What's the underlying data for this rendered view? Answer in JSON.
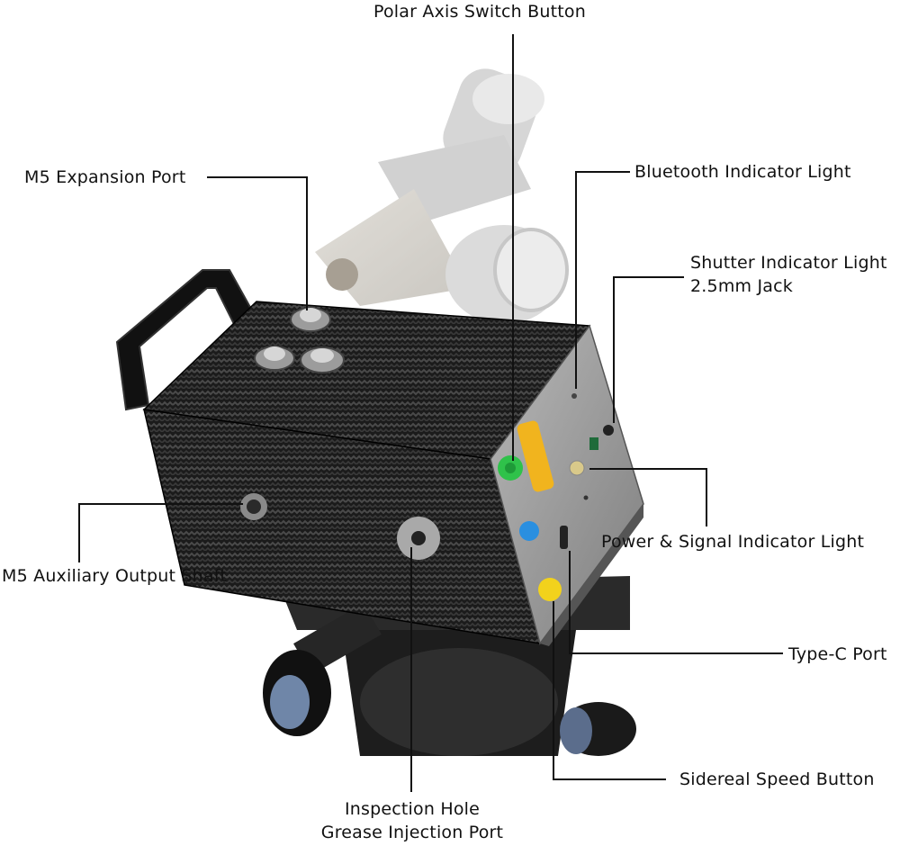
{
  "labels": {
    "polar_axis_switch_button": "Polar Axis  Switch Button",
    "m5_expansion_port": "M5 Expansion Port",
    "bluetooth_indicator_light": "Bluetooth Indicator Light",
    "shutter_indicator_light": "Shutter Indicator Light",
    "jack_2_5mm": "2.5mm Jack",
    "power_signal_indicator_light": "Power & Signal Indicator Light",
    "m5_auxiliary_output_shaft": "M5 Auxiliary Output Shaft",
    "type_c_port": "Type-C Port",
    "sidereal_speed_button": "Sidereal Speed Button",
    "inspection_hole": "Inspection Hole",
    "grease_injection_port": "Grease Injection Port"
  },
  "colors": {
    "polar_button": "#2fc24a",
    "blue_button": "#2a8fe0",
    "yellow_button": "#f2d21c",
    "orange_indicator": "#f1b41e",
    "carbon_dark": "#1a1a1a",
    "panel_grey": "#9a9a9a"
  }
}
